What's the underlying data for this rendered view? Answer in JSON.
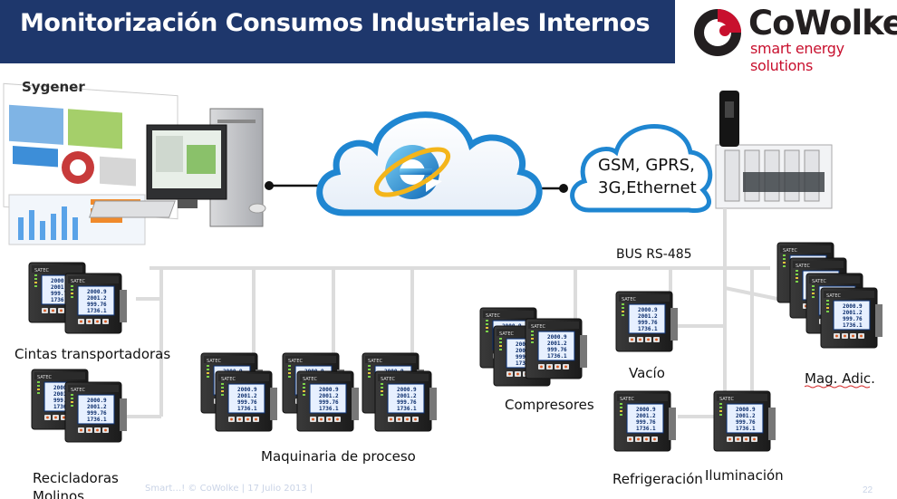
{
  "header": {
    "title": "Monitorización Consumos Industriales Internos",
    "colors": {
      "bar": "#1e376c",
      "title_text": "#ffffff"
    }
  },
  "logo": {
    "name": "CoWolke",
    "tagline": "smart energy solutions",
    "colors": {
      "brand_red": "#c8102e",
      "dark": "#231f20"
    }
  },
  "software": {
    "brand": "Sygener"
  },
  "network": {
    "cloud_text_line1": "GSM, GPRS,",
    "cloud_text_line2": "3G,Ethernet",
    "bus_label": "BUS RS-485",
    "icons": [
      "internet-explorer-icon",
      "cloud-icon",
      "desktop-computer-icon",
      "gateway-icon",
      "usb-modem-icon",
      "power-meter-icon"
    ]
  },
  "meter_display": {
    "brand": "SATEC",
    "readings": [
      "2000.9",
      "2001.2",
      "999.76",
      "1736.1"
    ]
  },
  "groups": [
    {
      "id": "cintas",
      "label": "Cintas transportadoras"
    },
    {
      "id": "recicladoras",
      "label_line1": "Recicladoras",
      "label_line2": "Molinos"
    },
    {
      "id": "maquinaria",
      "label": "Maquinaria de proceso"
    },
    {
      "id": "compresores",
      "label": "Compresores"
    },
    {
      "id": "vacio",
      "label": "Vacío"
    },
    {
      "id": "refrigeracion",
      "label": "Refrigeración"
    },
    {
      "id": "iluminacion",
      "label": "Iluminación"
    },
    {
      "id": "mag",
      "label": "Mag. Adic."
    }
  ],
  "footer": {
    "text": "Smart…! © CoWolke | 17 Julio 2013 |",
    "page": "22"
  }
}
